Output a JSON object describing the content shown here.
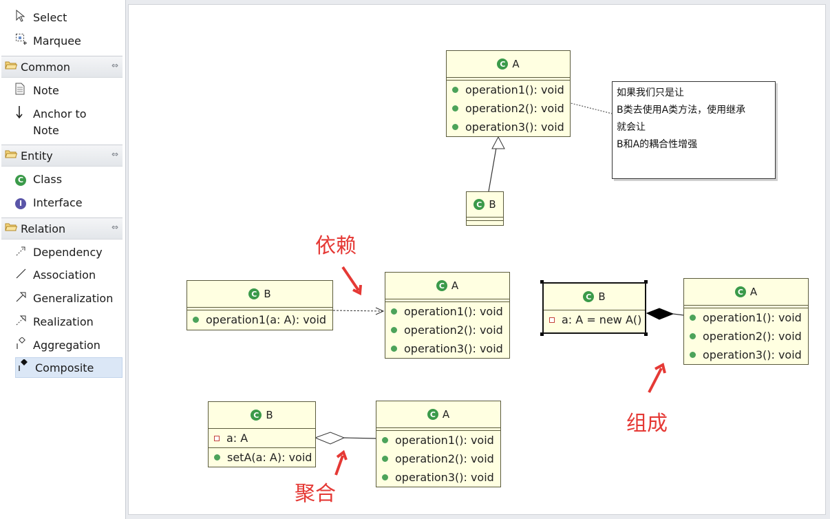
{
  "palette": {
    "tools": [
      {
        "label": "Select",
        "icon": "arrow-cursor-icon"
      },
      {
        "label": "Marquee",
        "icon": "marquee-icon"
      }
    ],
    "drawers": [
      {
        "label": "Common",
        "items": [
          {
            "label": "Note",
            "icon": "note-icon"
          },
          {
            "label": "Anchor to Note",
            "line1": "Anchor to",
            "line2": "Note",
            "icon": "anchor-arrow-icon"
          }
        ]
      },
      {
        "label": "Entity",
        "items": [
          {
            "label": "Class",
            "icon": "class-icon"
          },
          {
            "label": "Interface",
            "icon": "interface-icon"
          }
        ]
      },
      {
        "label": "Relation",
        "items": [
          {
            "label": "Dependency",
            "icon": "dependency-icon"
          },
          {
            "label": "Association",
            "icon": "association-icon"
          },
          {
            "label": "Generalization",
            "icon": "generalization-icon"
          },
          {
            "label": "Realization",
            "icon": "realization-icon"
          },
          {
            "label": "Aggregation",
            "icon": "aggregation-icon"
          },
          {
            "label": "Composite",
            "icon": "composite-icon",
            "selected": true
          }
        ]
      }
    ]
  },
  "diagram": {
    "class_icon_letter": "C",
    "interface_icon_letter": "I",
    "ops": [
      "operation1(): void",
      "operation2(): void",
      "operation3(): void"
    ],
    "inherit": {
      "a_name": "A",
      "b_name": "B"
    },
    "dependency": {
      "b_name": "B",
      "b_op": "operation1(a: A): void",
      "a_name": "A"
    },
    "composite": {
      "b_name": "B",
      "b_attr": "a: A = new A()",
      "a_name": "A"
    },
    "aggregation": {
      "b_name": "B",
      "b_attr": "a: A",
      "b_op": "setA(a: A): void",
      "a_name": "A"
    },
    "note_lines": [
      "如果我们只是让",
      "B类去使用A类方法，使用继承",
      "就会让",
      "B和A的耦合性增强"
    ],
    "labels": {
      "dependency": "依赖",
      "composite": "组成",
      "aggregation": "聚合"
    },
    "colors": {
      "class_fill": "#ffffe1",
      "accent_red": "#e53935",
      "class_icon": "#3b9a4a",
      "selection": "#dbe7f6"
    }
  }
}
